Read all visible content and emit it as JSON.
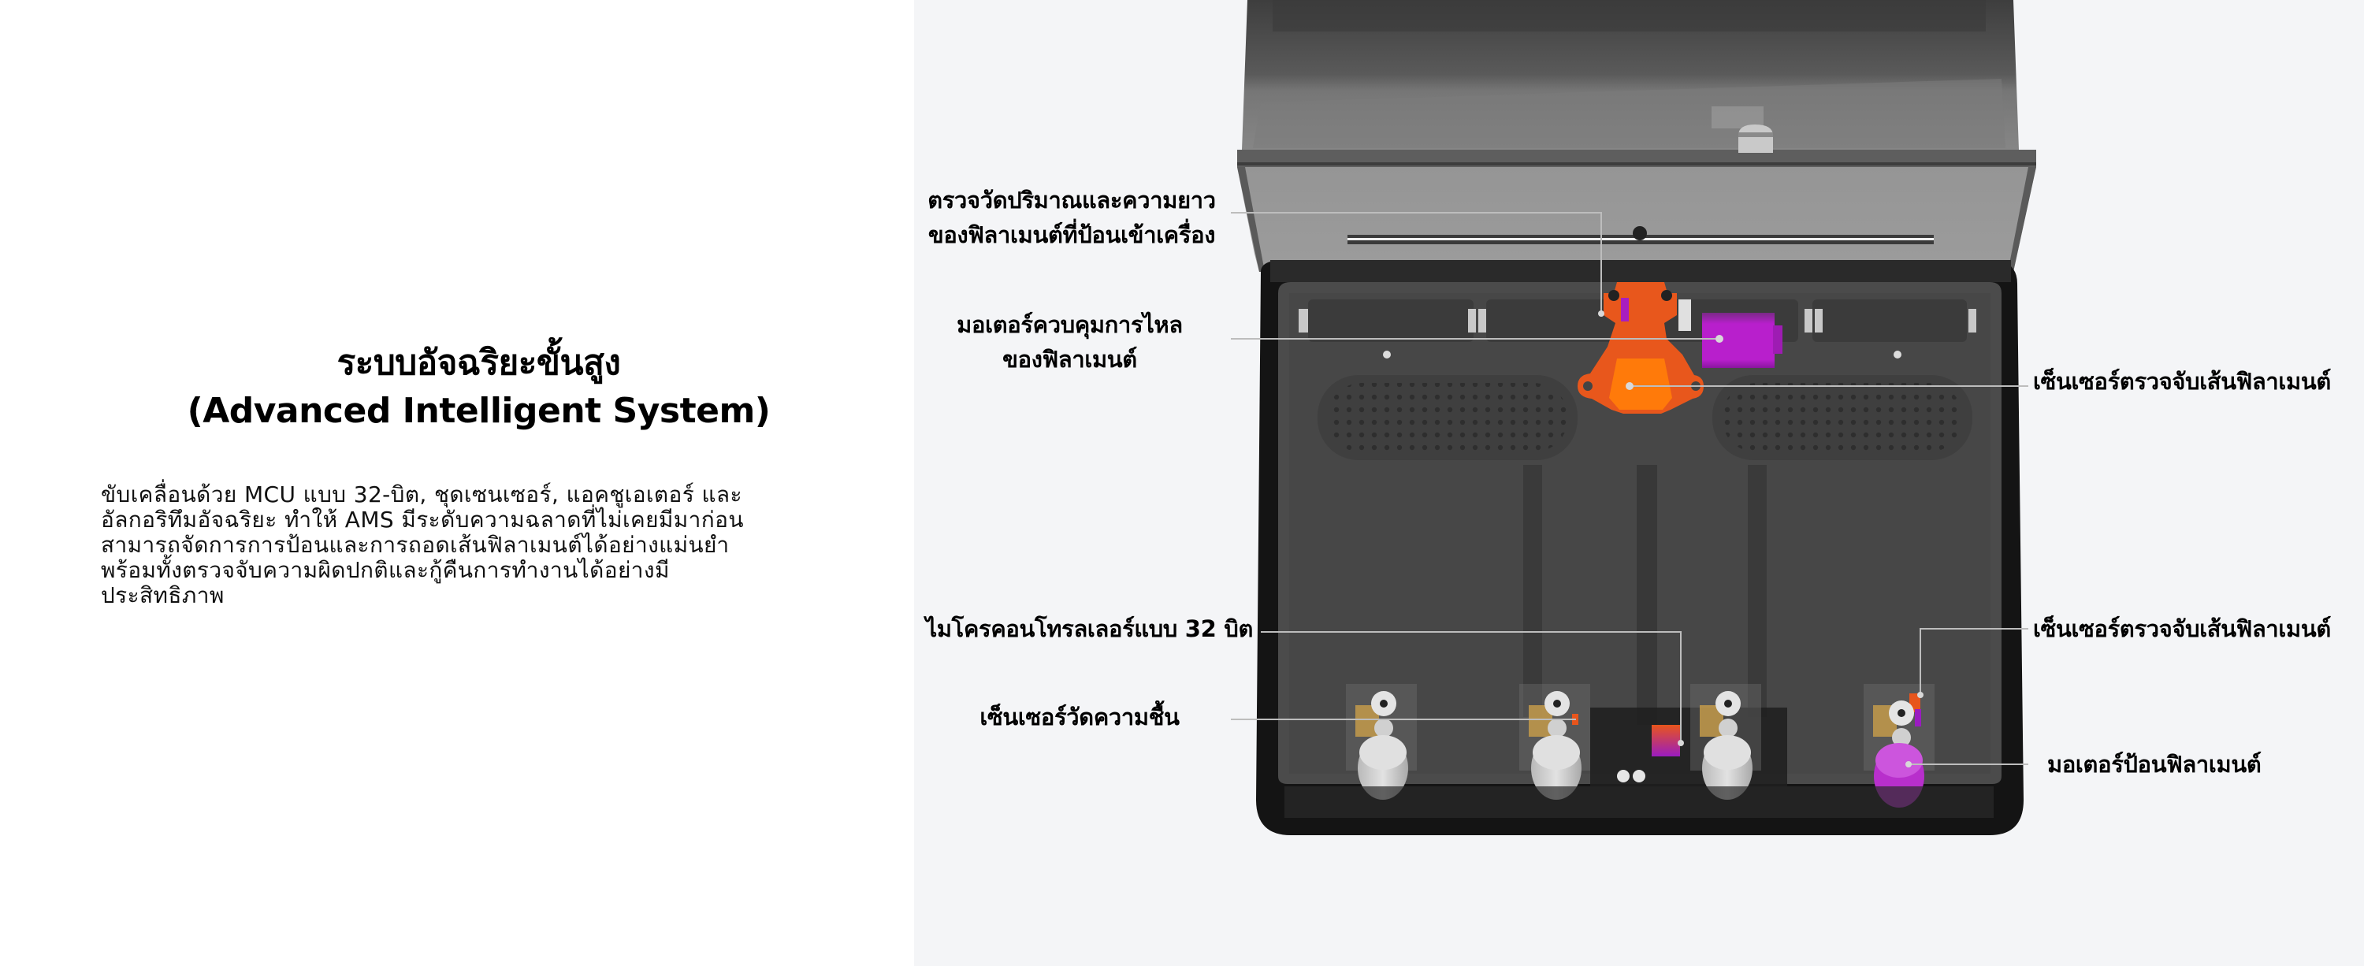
{
  "feature": {
    "title_line1": "ระบบอัจฉริยะขั้นสูง",
    "title_line2": "(Advanced Intelligent System)",
    "description_lines": [
      "ขับเคลื่อนด้วย MCU แบบ 32-บิต, ชุดเซนเซอร์, แอคชูเอเตอร์ และ",
      "อัลกอริทึมอัจฉริยะ ทำให้ AMS มีระดับความฉลาดที่ไม่เคยมีมาก่อน",
      "สามารถจัดการการป้อนและการถอดเส้นฟิลาเมนต์ได้อย่างแม่นยำ",
      "พร้อมทั้งตรวจจับความผิดปกติและกู้คืนการทำงานได้อย่างมี",
      "ประสิทธิภาพ"
    ]
  },
  "diagram": {
    "labels": {
      "odometry_line1": "ตรวจวัดปริมาณและความยาว",
      "odometry_line2": "ของฟิลาเมนต์ที่ป้อนเข้าเครื่อง",
      "flow_motor_line1": "มอเตอร์ควบคุมการไหล",
      "flow_motor_line2": "ของฟิลาเมนต์",
      "filament_sensor_top": "เซ็นเซอร์ตรวจจับเส้นฟิลาเมนต์",
      "mcu": "ไมโครคอนโทรลเลอร์แบบ 32 บิต",
      "humidity_sensor": "เซ็นเซอร์วัดความชื้น",
      "filament_sensor_bottom": "เซ็นเซอร์ตรวจจับเส้นฟิลาเมนต์",
      "feed_motor": "มอเตอร์ป้อนฟิลาเมนต์"
    },
    "colors": {
      "highlight_orange": "#f26a1f",
      "highlight_orange_light": "#ff7a0a",
      "highlight_purple": "#b81fcc",
      "background": "#f4f5f7",
      "body_dark": "#1a1a1a",
      "interior_gray": "#4a4a4a"
    }
  }
}
